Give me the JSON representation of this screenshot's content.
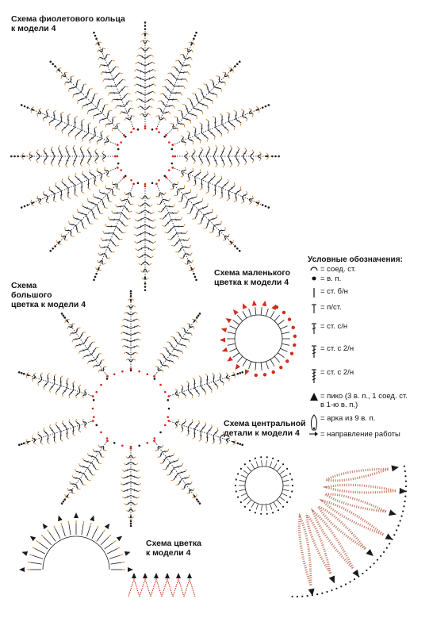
{
  "titles": {
    "violet_ring": "Схема фиолетового кольца\nк модели  4",
    "big_flower": "Схема\nбольшого\nцветка к модели  4",
    "small_flower": "Схема маленького\nцветка к модели  4",
    "central_detail": "Схема центральной\nдетали к модели  4",
    "flower": "Схема цветка\nк модели 4"
  },
  "legend": {
    "title": "Условные обозначения:",
    "items": [
      {
        "icon": "slip-stitch-icon",
        "label": "= соед. ст."
      },
      {
        "icon": "chain-stitch-icon",
        "label": "= в. п."
      },
      {
        "icon": "single-crochet-icon",
        "label": "= ст. б/н"
      },
      {
        "icon": "half-double-crochet-icon",
        "label": "= п/ст."
      },
      {
        "icon": "double-crochet-icon",
        "label": "= ст. с/н"
      },
      {
        "icon": "treble-crochet-icon",
        "label": "= ст. с 2/н"
      },
      {
        "icon": "double-treble-crochet-icon",
        "label": "= ст. с 2/н"
      },
      {
        "icon": "picot-icon",
        "label": "= пико (3 в. п., 1 соед. ст.\n  в 1-ю в. п.)"
      },
      {
        "icon": "arch-icon",
        "label": "= арка из 9 в. п."
      },
      {
        "icon": "direction-arrow-icon",
        "label": "= направление работы"
      }
    ]
  },
  "colors": {
    "ink": "#1a1a1a",
    "orange": "#d9832b",
    "red": "#d42a1a",
    "rose": "#c9826c"
  }
}
